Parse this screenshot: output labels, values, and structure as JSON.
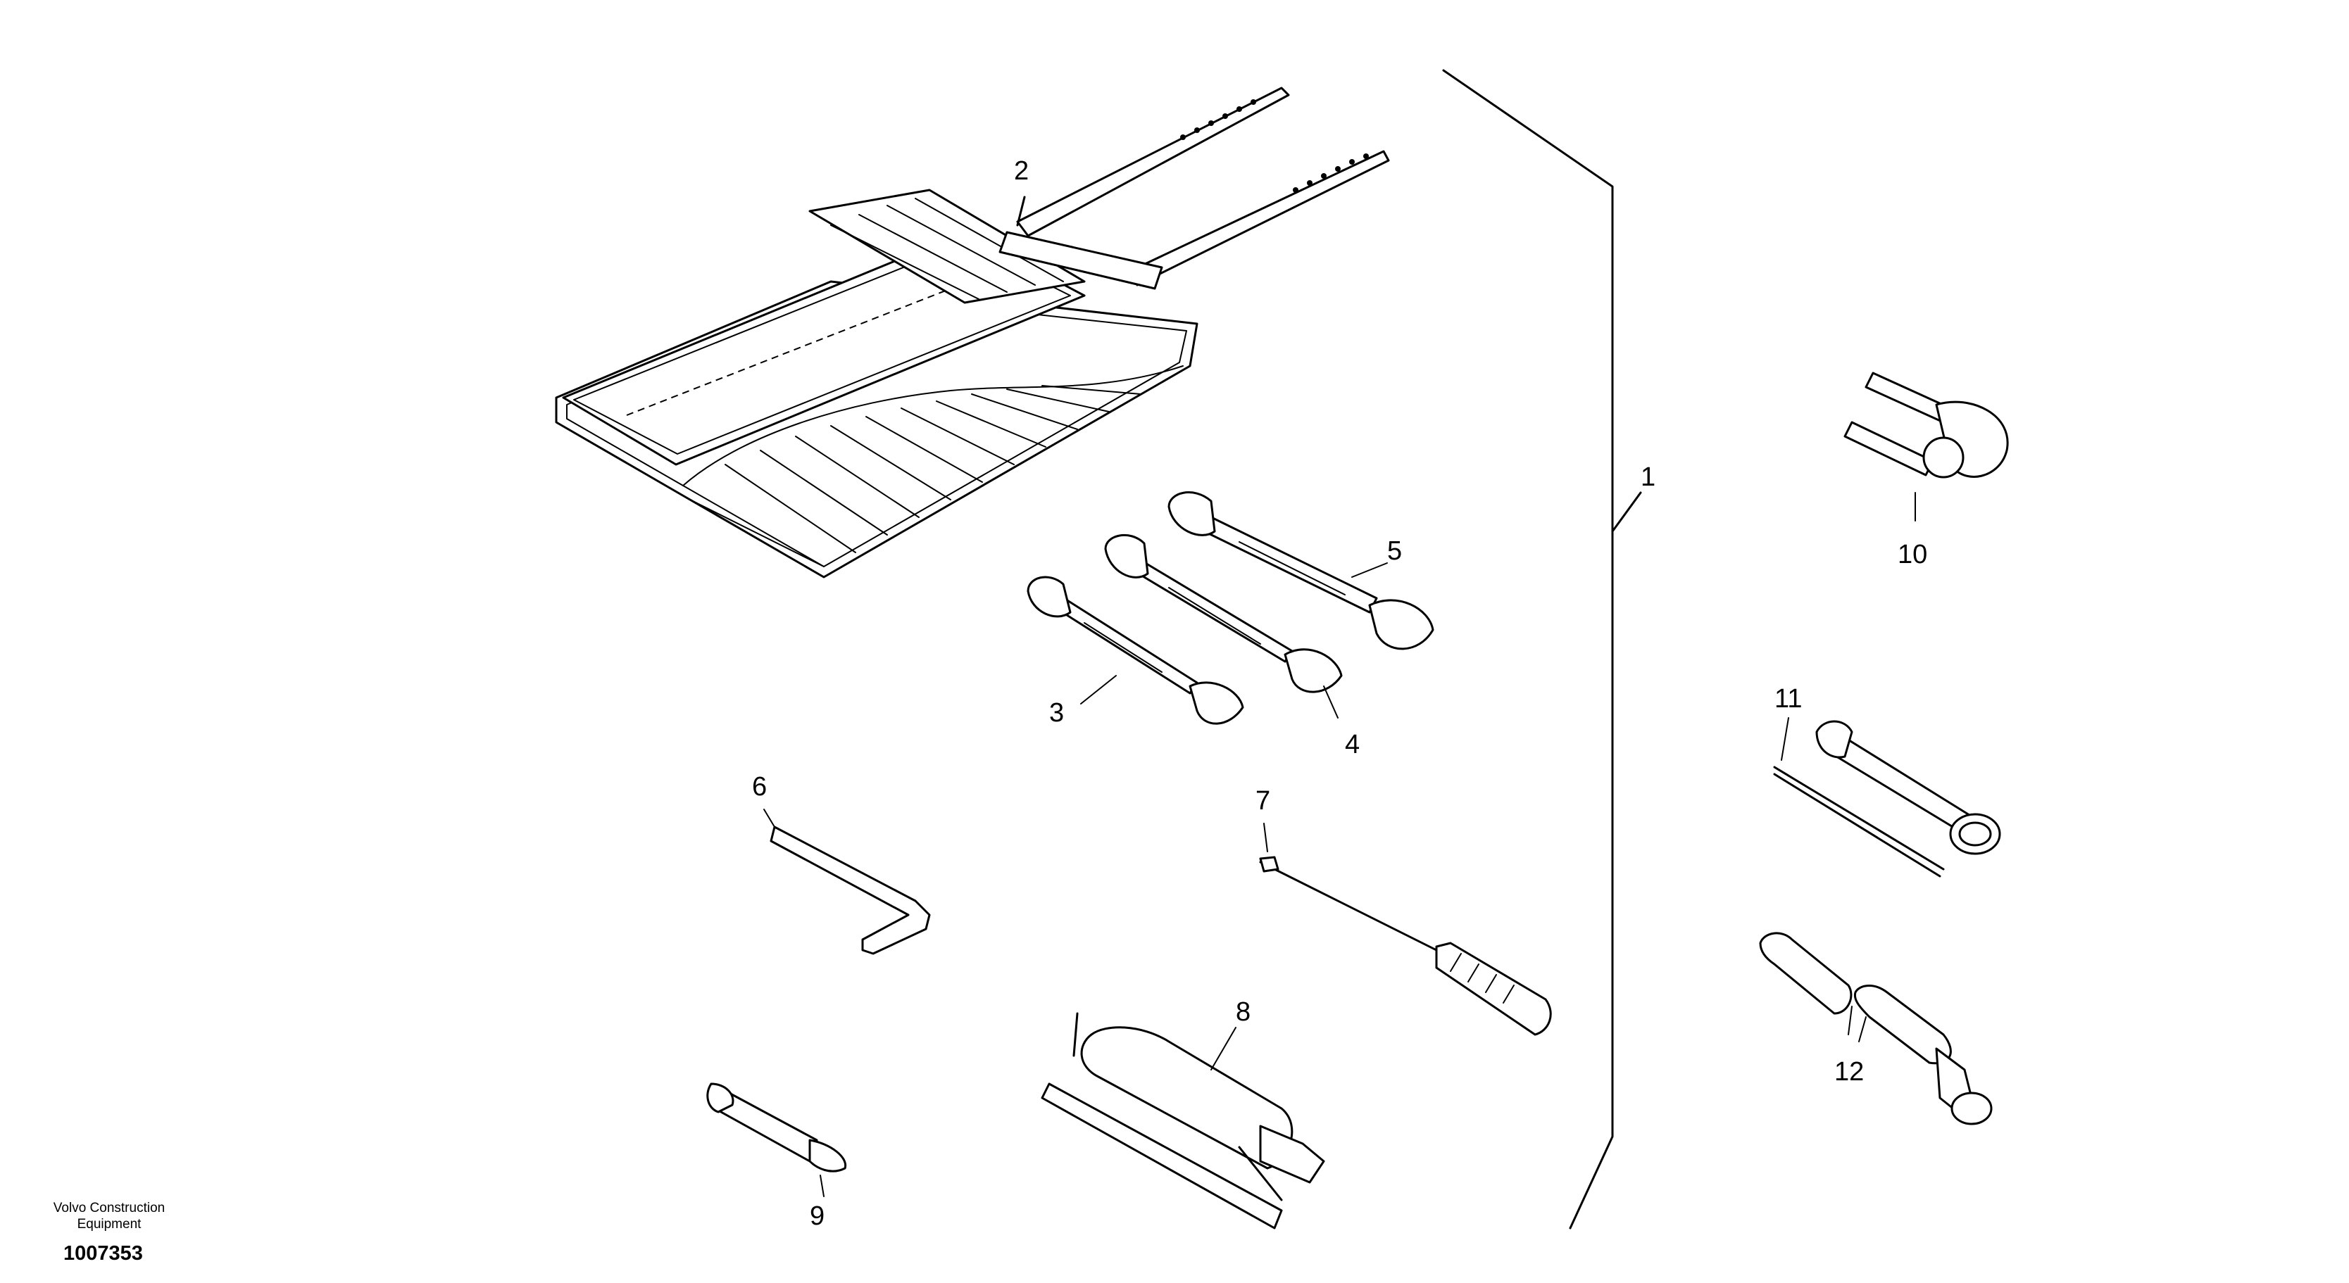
{
  "diagram": {
    "callouts": {
      "c1": "1",
      "c2": "2",
      "c3": "3",
      "c4": "4",
      "c5": "5",
      "c6": "6",
      "c7": "7",
      "c8": "8",
      "c9": "9",
      "c10": "10",
      "c11": "11",
      "c12": "12"
    },
    "footer": {
      "brand_line1": "Volvo Construction",
      "brand_line2": "Equipment",
      "drawing_number": "1007353"
    }
  }
}
